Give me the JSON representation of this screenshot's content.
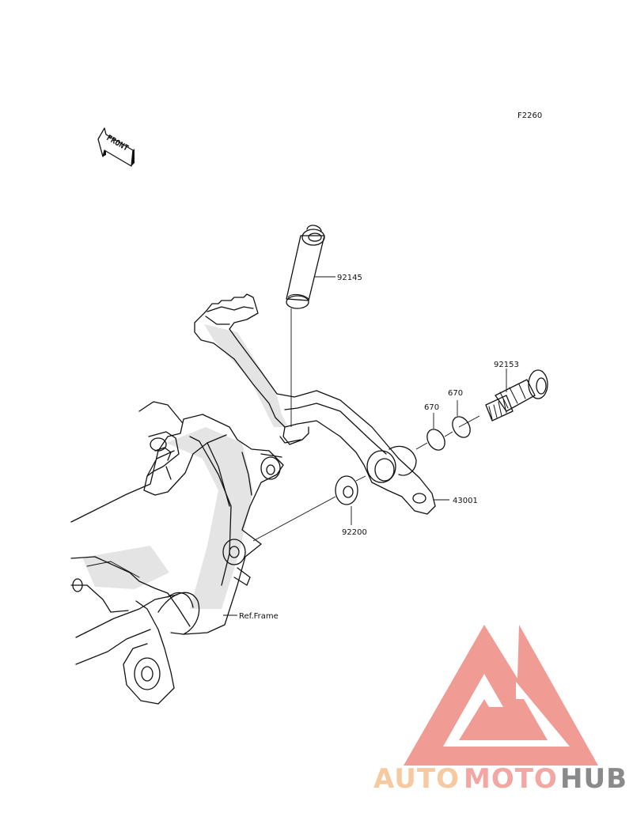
{
  "diagram": {
    "code": "F2260",
    "front_label": "FRONT",
    "parts": [
      {
        "number": "92145"
      },
      {
        "number": "92153"
      },
      {
        "number": "670"
      },
      {
        "number": "670"
      },
      {
        "number": "43001"
      },
      {
        "number": "92200"
      }
    ],
    "reference_label": "Ref.Frame"
  },
  "watermark": {
    "word_orange": "AUTO",
    "word_pink": "MOTO",
    "word_gray": "HUB",
    "colors": {
      "orange": "#f7c9a0",
      "pink": "#f2a7a3",
      "gray": "#8a8a8a",
      "logo": "#f19690"
    }
  }
}
